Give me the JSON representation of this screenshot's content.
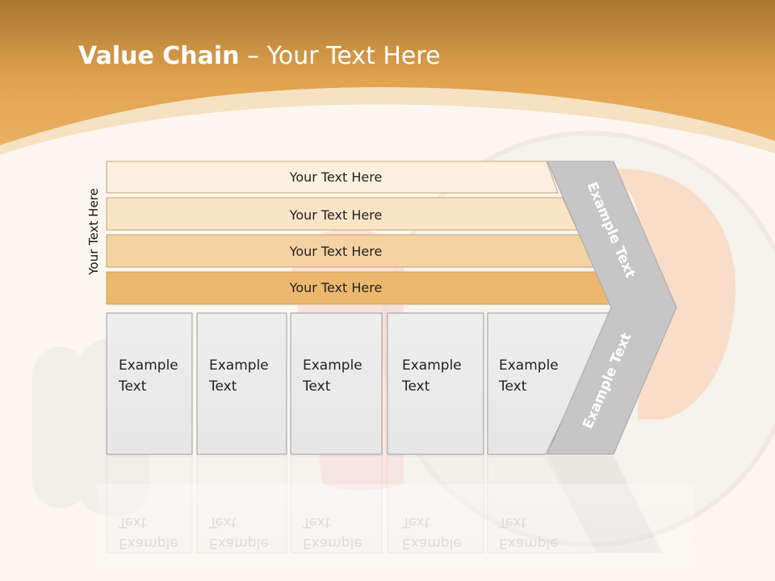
{
  "title": {
    "bold": "Value Chain",
    "rest": " – Your Text Here"
  },
  "side_label": "Your Text Here",
  "bars": [
    {
      "label": "Your Text Here",
      "color": "#fbf0e0"
    },
    {
      "label": "Your Text Here",
      "color": "#f9e4c6"
    },
    {
      "label": "Your Text Here",
      "color": "#f4d2a4"
    },
    {
      "label": "Your Text Here",
      "color": "#ebb86e"
    }
  ],
  "boxes": [
    {
      "line1": "Example",
      "line2": "Text"
    },
    {
      "line1": "Example",
      "line2": "Text"
    },
    {
      "line1": "Example",
      "line2": "Text"
    },
    {
      "line1": "Example",
      "line2": "Text"
    },
    {
      "line1": "Example",
      "line2": "Text"
    }
  ],
  "chevron": {
    "upper": "Example Text",
    "lower": "Example Text"
  },
  "colors": {
    "header": "#e3a550",
    "chevron": "#c8c8c8",
    "box": "#ececec"
  }
}
